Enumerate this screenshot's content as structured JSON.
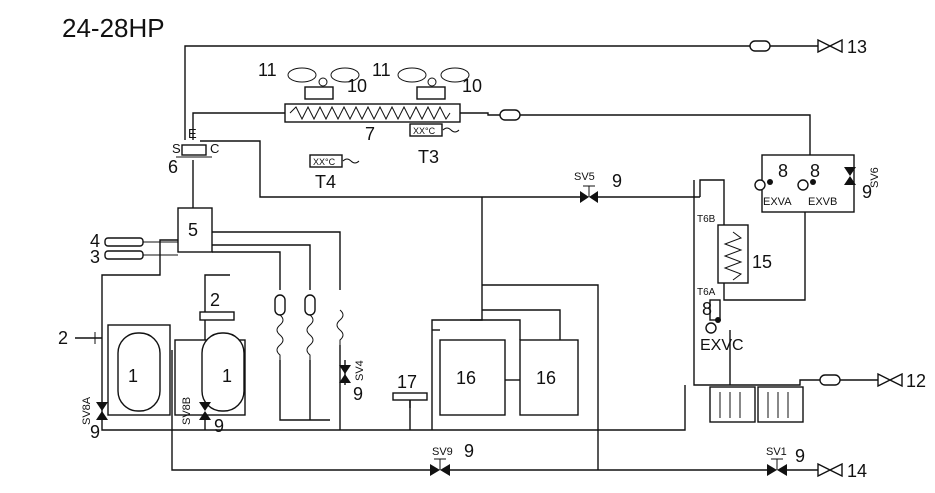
{
  "title": "24-28HP",
  "labels": {
    "n1a": "1",
    "n1b": "1",
    "n2a": "2",
    "n2b": "2",
    "n3": "3",
    "n4": "4",
    "n5": "5",
    "n6": "6",
    "n7": "7",
    "n8a": "8",
    "n8b": "8",
    "n8c": "8",
    "n9_sv5": "9",
    "n9_sv6": "9",
    "n9_sv4": "9",
    "n9_sv8a": "9",
    "n9_sv8b": "9",
    "n9_sv9": "9",
    "n9_sv1": "9",
    "n10a": "10",
    "n10b": "10",
    "n11a": "11",
    "n11b": "11",
    "n12": "12",
    "n13": "13",
    "n14": "14",
    "n15": "15",
    "n16a": "16",
    "n16b": "16",
    "n17": "17",
    "S": "S",
    "E": "E",
    "C": "C",
    "T3": "T3",
    "T4": "T4",
    "T6A": "T6A",
    "T6B": "T6B",
    "xx3": "XX°C",
    "xx4": "XX°C",
    "EXVA": "EXVA",
    "EXVB": "EXVB",
    "EXVC": "EXVC",
    "SV1": "SV1",
    "SV4": "SV4",
    "SV5": "SV5",
    "SV6": "SV6",
    "SV8A": "SV8A",
    "SV8B": "SV8B",
    "SV9": "SV9"
  }
}
